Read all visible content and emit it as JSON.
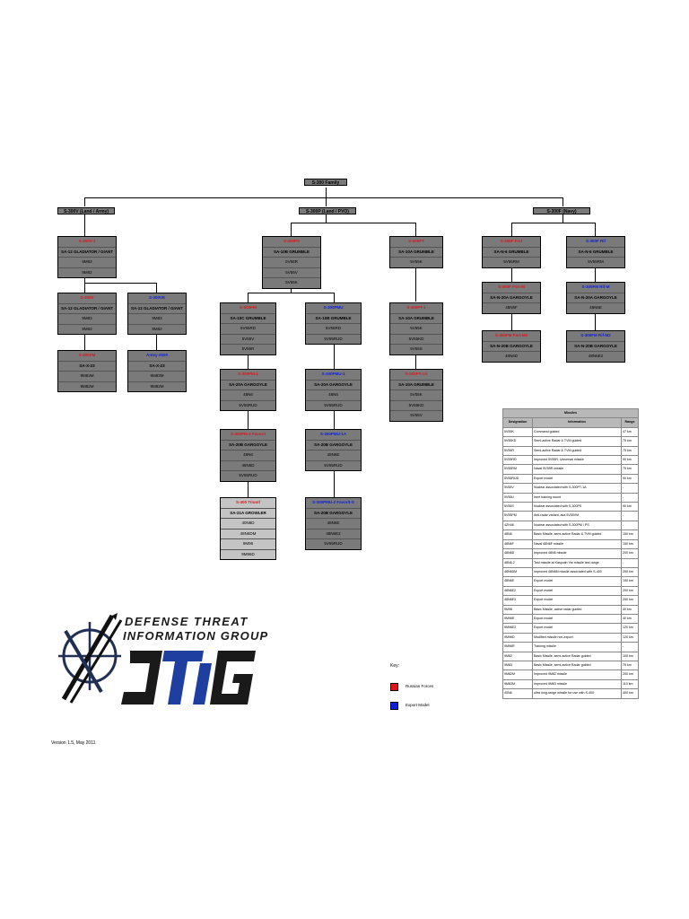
{
  "family": "S-300 Family",
  "headers": {
    "land_army": "S-300V (Land / Army)",
    "land_pvo": "S-300P (Land / PVO)",
    "navy": "S-300F (Navy)"
  },
  "nodes": {
    "v1": [
      "S-300V-1",
      "SA-12 GLADIATOR / GIANT",
      "9M83",
      "9M82"
    ],
    "v": [
      "S-300V",
      "SA-12 GLADIATOR / GIANT",
      "9M83",
      "9M82"
    ],
    "ve": [
      "S-300VE",
      "SA-12 GLADIATOR / GIANT",
      "9M83",
      "9M82"
    ],
    "vm": [
      "S-300VM",
      "SA-X-23",
      "9M83M",
      "9M82M"
    ],
    "antey": [
      "Antey-2500",
      "SA-X-23",
      "9M83M",
      "9M82M"
    ],
    "ps": [
      "S-300PS",
      "SA-10B GRUMBLE",
      "5V55R",
      "5V55V",
      "5V55K"
    ],
    "pt": [
      "S-300PT",
      "SA-10A GRUMBLE",
      "5V55K"
    ],
    "pm": [
      "S-300PM",
      "SA-10C GRUMBLE",
      "5V55RD",
      "5V55V",
      "5V55R"
    ],
    "pmu": [
      "S-300PMU",
      "SA-10B GRUMBLE",
      "5V55RD",
      "5V55RUD"
    ],
    "pt1": [
      "S-300PT-1",
      "SA-10A GRUMBLE",
      "5V55K",
      "5V55KD",
      "5V55S"
    ],
    "pmu1": [
      "S-300PMU-1",
      "SA-20A GARGOYLE",
      "48N6",
      "5V55RUD"
    ],
    "pm1": [
      "S-300PM-1",
      "SA-20A GARGOYLE",
      "48N6",
      "5V55RUD"
    ],
    "pt1a": [
      "S-300PT-1A",
      "SA-10A GRUMBLE",
      "5V55K",
      "5V55KD",
      "5V55V"
    ],
    "pm2": [
      "S-300PM-2 Favorit",
      "SA-20B GARGOYLE",
      "48N6",
      "48N6D",
      "5V55RUD"
    ],
    "pmu1a": [
      "S-300PMU-1A",
      "SA-20B GARGOYLE",
      "48N6E",
      "5V55RUD"
    ],
    "s400": [
      "S-400 Triumf",
      "SA-21A GROWLER",
      "40N6D",
      "48N6DM",
      "9M96",
      "9M96D"
    ],
    "pmu2": [
      "S-300PMU-2 Favorit-S",
      "SA-20B GARGOYLE",
      "48N6E",
      "48N6E2",
      "5V55RUD"
    ],
    "f": [
      "S-300F Fort",
      "SA-N-6 GRUMBLE",
      "5V55RM"
    ],
    "fm": [
      "S-300F Fort-M",
      "SA-N-20A GARGOYLE",
      "48N6F"
    ],
    "fm2": [
      "S-300FM Fort-M2",
      "SA-N-20B GARGOYLE",
      "48N6D"
    ],
    "rif": [
      "S-300F Rif",
      "SA-N-6 GRUMBLE",
      "5V55RM"
    ],
    "rifm": [
      "S-300FM Rif-M",
      "SA-N-20A GARGOYLE",
      "48N6E"
    ],
    "rifm2": [
      "S-300FM Rif-M2",
      "SA-N-20B GARGOYLE",
      "48N6E2"
    ]
  },
  "missiles": {
    "title": "Missiles",
    "columns": [
      "Designation",
      "Information",
      "Range"
    ],
    "rows": [
      [
        "5V55K",
        "Command guided",
        "47 km"
      ],
      [
        "5V55KD",
        "Semi-active Radar & TVM guided",
        "75 km"
      ],
      [
        "5V55R",
        "Semi-active Radar & TVM guided",
        "75 km"
      ],
      [
        "5V55RD",
        "Improved 5V55R; Universal missile",
        "90 km"
      ],
      [
        "5V55RM",
        "Naval 5V55R missile",
        "75 km"
      ],
      [
        "5V55RUD",
        "Export model",
        "90 km"
      ],
      [
        "5V55V",
        "Nuclear associated with S-300PT-1A",
        "-"
      ],
      [
        "5V55U",
        "Inert training round",
        "-"
      ],
      [
        "5V55S",
        "Nuclear associated with S-300PS",
        "90 km"
      ],
      [
        "5V55PM",
        "Anti-radar variant, aka 5V55VM",
        "-"
      ],
      [
        "4ZH46",
        "Nuclear associated with S-300PM / PS",
        "-"
      ],
      [
        "48N6",
        "Basic Missile, semi-active Radar & TVM guided",
        "150 km"
      ],
      [
        "48N6F",
        "Naval 48N6F missile",
        "150 km"
      ],
      [
        "48N6D",
        "Improved 48N6 missile",
        "200 km"
      ],
      [
        "48N6-2",
        "Test missile at Kasputin Yar missile test range",
        "-"
      ],
      [
        "48N6DM",
        "Improved 48N6M missile associated with S-400",
        "250 km"
      ],
      [
        "48N6E",
        "Export model",
        "150 km"
      ],
      [
        "48N6E2",
        "Export model",
        "200 km"
      ],
      [
        "48N6E3",
        "Export model",
        "250 km"
      ],
      [
        "9M96",
        "Basic Missile, active radar guided",
        "40 km"
      ],
      [
        "9M96E",
        "Export model",
        "40 km"
      ],
      [
        "9M96E2",
        "Export model",
        "120 km"
      ],
      [
        "9M96D",
        "Modified missile non-export",
        "120 km"
      ],
      [
        "9M96R",
        "Training missile",
        "-"
      ],
      [
        "9M82",
        "Basic Missile, semi-active Radar guided",
        "100 km"
      ],
      [
        "9M83",
        "Basic Missile, semi-active Radar guided",
        "75 km"
      ],
      [
        "9M82M",
        "Improved 9M82 missile",
        "200 km"
      ],
      [
        "9M83M",
        "Improved 9M83 missile",
        "110 km"
      ],
      [
        "40N6",
        "ultra long-range missile for use with S-400",
        "400 km"
      ]
    ]
  },
  "key": {
    "title": "Key:",
    "russian": "Russian Forces",
    "export": "Export Model"
  },
  "colors": {
    "russian": "#e0141a",
    "export": "#1020d8",
    "node": "#7a7a7a"
  },
  "logo": {
    "line1": "DEFENSE THREAT",
    "line2": "INFORMATION GROUP",
    "mark": "DTIG"
  },
  "version": "Version 1.5, May 2011"
}
